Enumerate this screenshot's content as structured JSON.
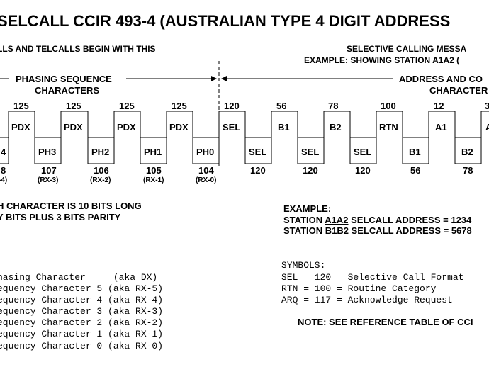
{
  "title": "SELCALL CCIR 493-4 (AUSTRALIAN TYPE 4 DIGIT ADDRESS",
  "header_left": "LLS AND TELCALLS BEGIN WITH THIS",
  "header_right_1": "SELECTIVE CALLING MESSA",
  "header_right_2_prefix": "EXAMPLE: SHOWING STATION ",
  "header_right_2_station": "A1A2",
  "header_right_2_suffix": " (",
  "phasing_label_1": "PHASING SEQUENCE",
  "phasing_label_2": "CHARACTERS",
  "address_label_1": "ADDRESS AND CO",
  "address_label_2": "CHARACTER",
  "top_row": [
    {
      "code": "125",
      "label": "PDX"
    },
    {
      "code": "125",
      "label": "PDX"
    },
    {
      "code": "125",
      "label": "PDX"
    },
    {
      "code": "125",
      "label": "PDX"
    },
    {
      "code": "120",
      "label": "SEL"
    },
    {
      "code": "56",
      "label": "B1"
    },
    {
      "code": "78",
      "label": "B2"
    },
    {
      "code": "100",
      "label": "RTN"
    },
    {
      "code": "12",
      "label": "A1"
    },
    {
      "code": "3",
      "label": "A"
    }
  ],
  "bottom_row": [
    {
      "label": "4",
      "code": "8",
      "sub": "-4)"
    },
    {
      "label": "PH3",
      "code": "107",
      "sub": "(RX-3)"
    },
    {
      "label": "PH2",
      "code": "106",
      "sub": "(RX-2)"
    },
    {
      "label": "PH1",
      "code": "105",
      "sub": "(RX-1)"
    },
    {
      "label": "PH0",
      "code": "104",
      "sub": "(RX-0)"
    },
    {
      "label": "SEL",
      "code": "120",
      "sub": ""
    },
    {
      "label": "SEL",
      "code": "120",
      "sub": ""
    },
    {
      "label": "SEL",
      "code": "120",
      "sub": ""
    },
    {
      "label": "B1",
      "code": "56",
      "sub": ""
    },
    {
      "label": "B2",
      "code": "78",
      "sub": ""
    }
  ],
  "note_1": "H CHARACTER IS 10 BITS LONG",
  "note_2": "Y BITS PLUS 3 BITS PARITY",
  "example": {
    "heading": "EXAMPLE:",
    "line1_prefix": "STATION ",
    "line1_station": "A1A2",
    "line1_suffix": " SELCALL ADDRESS = 1234",
    "line2_prefix": "STATION ",
    "line2_station": "B1B2",
    "line2_suffix": " SELCALL ADDRESS = 5678"
  },
  "legend": [
    "hasing Character     (aka DX)",
    "equency Character 5 (aka RX-5)",
    "equency Character 4 (aka RX-4)",
    "equency Character 3 (aka RX-3)",
    "equency Character 2 (aka RX-2)",
    "equency Character 1 (aka RX-1)",
    "equency Character 0 (aka RX-0)"
  ],
  "symbols": {
    "heading": "SYMBOLS:",
    "items": [
      "SEL = 120 = Selective Call Format",
      "RTN = 100 = Routine Category",
      "ARQ = 117 = Acknowledge Request"
    ]
  },
  "reference_note": "NOTE: SEE REFERENCE TABLE OF CCI"
}
